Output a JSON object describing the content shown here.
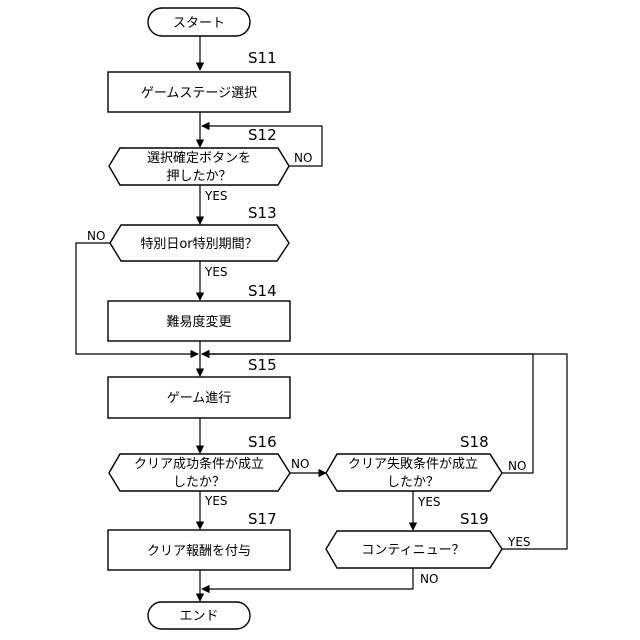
{
  "start": "スタート",
  "end": "エンド",
  "steps": {
    "s11": {
      "id": "S11",
      "text": "ゲームステージ選択"
    },
    "s12": {
      "id": "S12",
      "line1": "選択確定ボタンを",
      "line2": "押したか？"
    },
    "s13": {
      "id": "S13",
      "text": "特別日or特別期間？"
    },
    "s14": {
      "id": "S14",
      "text": "難易度変更"
    },
    "s15": {
      "id": "S15",
      "text": "ゲーム進行"
    },
    "s16": {
      "id": "S16",
      "line1": "クリア成功条件が成立",
      "line2": "したか？"
    },
    "s17": {
      "id": "S17",
      "text": "クリア報酬を付与"
    },
    "s18": {
      "id": "S18",
      "line1": "クリア失敗条件が成立",
      "line2": "したか？"
    },
    "s19": {
      "id": "S19",
      "text": "コンティニュー？"
    }
  },
  "labels": {
    "yes": "YES",
    "no": "NO"
  }
}
